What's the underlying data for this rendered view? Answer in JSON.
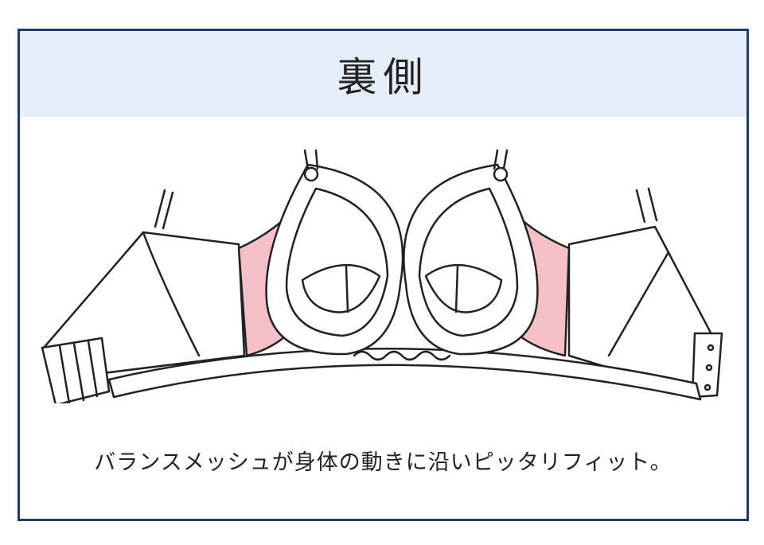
{
  "header": {
    "title": "裏側"
  },
  "caption": "バランスメッシュが身体の動きに沿いピッタリフィット。",
  "illustration": {
    "subject": "bra-back-side",
    "highlight_color": "#f4bfc7",
    "line_color": "#222222"
  },
  "colors": {
    "frame_border": "#1f3a6b",
    "header_bg": "#e6eef9"
  }
}
